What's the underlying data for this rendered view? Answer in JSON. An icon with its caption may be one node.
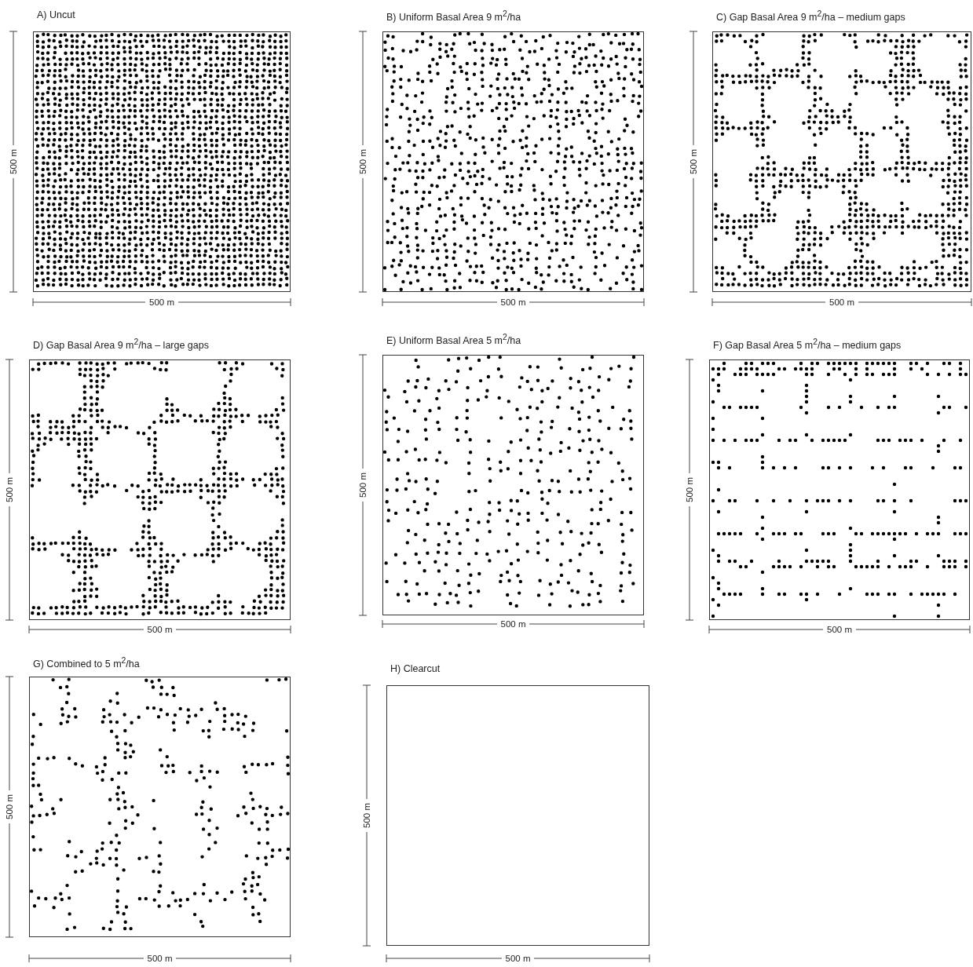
{
  "diagram": {
    "nodes": [
      {
        "text": [
          "A) Uncut"
        ]
      },
      {
        "text": [
          "B) Uniform Basal Area 9 m$^{2}$/ha"
        ]
      },
      {
        "text": [
          "C) Gap Basal Area 9 m$^{2}$/ha – medium gaps"
        ]
      },
      {
        "text": [
          "D) Gap Basal Area 9 m$^{2}$/ha – large gaps"
        ]
      },
      {
        "text": [
          "E) Uniform Basal Area 5 m$^{2}$/ha"
        ]
      },
      {
        "text": [
          "F) Gap Basal Area 5 m$^{2}$/ha – medium gaps"
        ]
      },
      {
        "text": [
          "G) Combined to 5 m$^{2}$/ha"
        ]
      },
      {
        "text": [
          "H) Clearcut"
        ]
      }
    ],
    "labels": [
      "500 m",
      "500 m",
      "500 m",
      "500 m",
      "500 m",
      "500 m",
      "500 m",
      "500 m",
      "500 m",
      "500 m",
      "500 m",
      "500 m",
      "500 m",
      "500 m",
      "500 m",
      "500 m"
    ]
  }
}
